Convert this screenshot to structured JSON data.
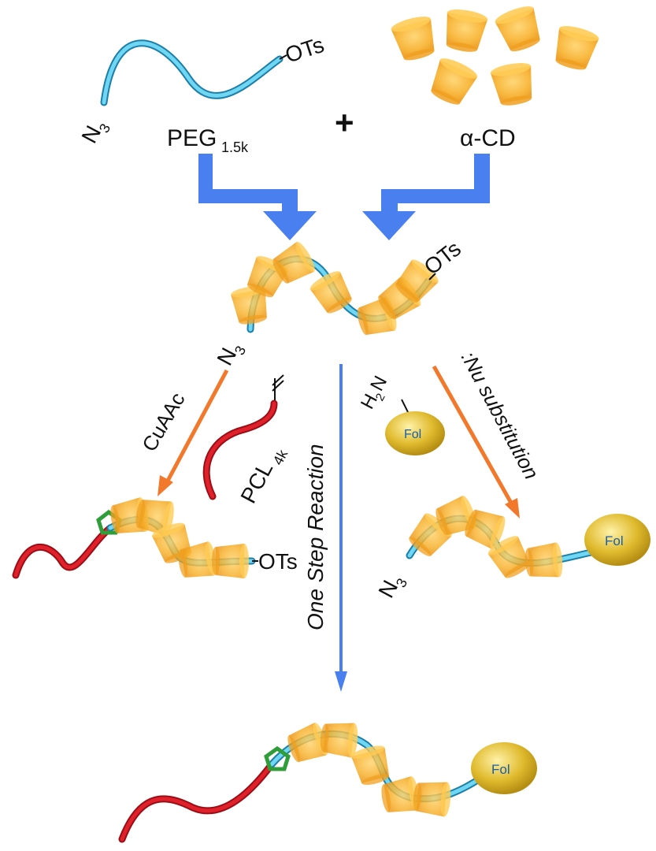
{
  "labels": {
    "n3": "N",
    "n3_sub": "3",
    "ots": "OTs",
    "peg": "PEG",
    "peg_sub": "1.5k",
    "plus": "+",
    "acd": "α-CD",
    "cuaac": "CuAAc",
    "pcl": "PCL",
    "pcl_sub": "4k",
    "one_step": "One Step Reaction",
    "nu_sub": ":Nu  substitution",
    "h2n_h": "H",
    "h2n_2": "2",
    "h2n_n": "N",
    "fol": "Fol"
  },
  "colors": {
    "peg_chain": "#45c3e6",
    "pcl_chain": "#e0202a",
    "cyclodextrin": "#f7b32b",
    "triazole": "#2f9e3a",
    "folate": "#d8b226",
    "arrow_blue": "#4a7ff0",
    "arrow_orange": "#f2782c"
  }
}
